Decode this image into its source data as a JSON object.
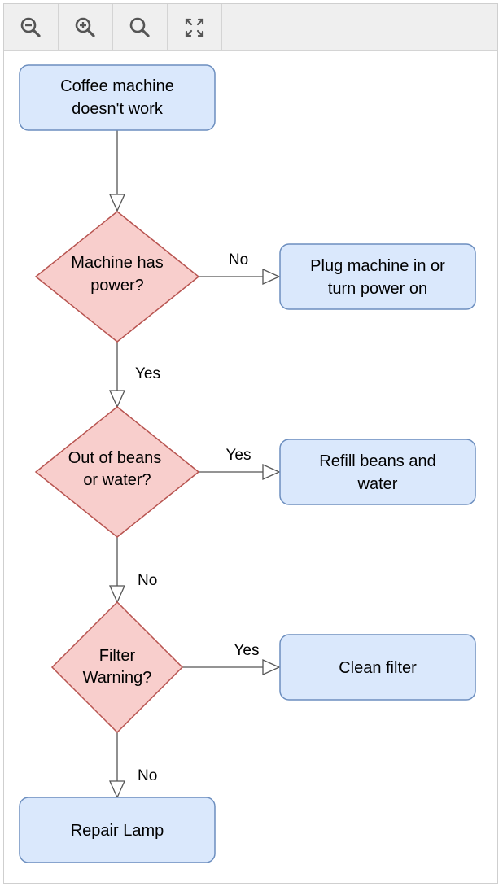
{
  "toolbar": {
    "buttons": [
      {
        "icon": "zoom-out-icon"
      },
      {
        "icon": "zoom-in-icon"
      },
      {
        "icon": "zoom-reset-icon"
      },
      {
        "icon": "fit-icon"
      }
    ]
  },
  "colors": {
    "process_fill": "#dae8fc",
    "process_stroke": "#6c8ebf",
    "decision_fill": "#f8cecc",
    "decision_stroke": "#b85450",
    "edge": "#555555"
  },
  "nodes": {
    "start": {
      "line1": "Coffee machine",
      "line2": "doesn't work"
    },
    "power": {
      "line1": "Machine has",
      "line2": "power?"
    },
    "plug": {
      "line1": "Plug machine in or",
      "line2": "turn power on"
    },
    "beans": {
      "line1": "Out of beans",
      "line2": "or water?"
    },
    "refill": {
      "line1": "Refill beans and",
      "line2": "water"
    },
    "filter": {
      "line1": "Filter",
      "line2": "Warning?"
    },
    "clean": {
      "line1": "Clean filter"
    },
    "repair": {
      "line1": "Repair Lamp"
    }
  },
  "edges": {
    "power_no": "No",
    "power_yes": "Yes",
    "beans_yes": "Yes",
    "beans_no": "No",
    "filter_yes": "Yes",
    "filter_no": "No"
  }
}
